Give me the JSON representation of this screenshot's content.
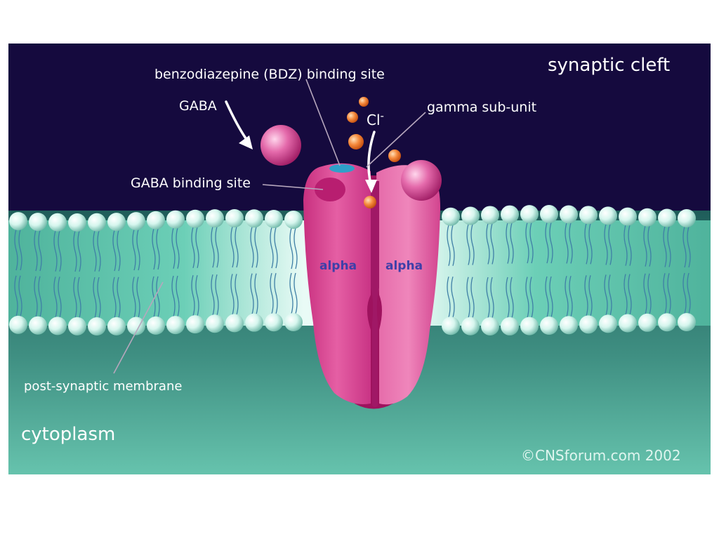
{
  "labels": {
    "synaptic_cleft": "synaptic cleft",
    "bdz_site": "benzodiazepine (BDZ) binding site",
    "gaba": "GABA",
    "cl_ion": "Cl",
    "cl_charge": "-",
    "gamma": "gamma sub-unit",
    "gaba_site": "GABA binding site",
    "alpha_left": "alpha",
    "alpha_right": "alpha",
    "membrane": "post-synaptic membrane",
    "cytoplasm": "cytoplasm",
    "copyright": "©CNSforum.com 2002"
  },
  "colors": {
    "cleft": "#150a3e",
    "cytoplasm": "#2f7d73",
    "receptor": "#e0549c",
    "receptor_dark": "#9e125e",
    "lipid_head": "#c9f3e8",
    "chloride": "#f07a2c",
    "alpha_text": "#3e3fa8"
  },
  "icons": {
    "gaba_molecule": "sphere",
    "chloride_ion": "small-sphere",
    "arrow": "curved-arrow"
  }
}
